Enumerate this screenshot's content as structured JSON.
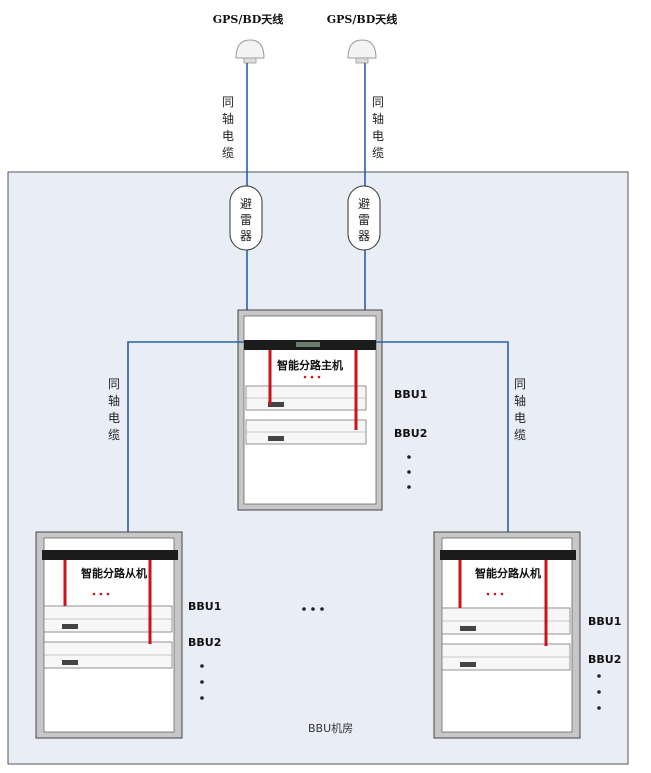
{
  "antennas": [
    {
      "label": "GPS/BD天线"
    },
    {
      "label": "GPS/BD天线"
    }
  ],
  "cable_label": "同轴电缆",
  "arrester_label": "避雷器",
  "master": {
    "title": "智能分路主机",
    "bbu1": "BBU1",
    "bbu2": "BBU2"
  },
  "slaves": [
    {
      "title": "智能分路从机",
      "bbu1": "BBU1",
      "bbu2": "BBU2"
    },
    {
      "title": "智能分路从机",
      "bbu1": "BBU1",
      "bbu2": "BBU2"
    }
  ],
  "room_label": "BBU机房",
  "colors": {
    "room_bg": "#e9eef6",
    "cable": "#2b5ea8",
    "red": "#c8151b",
    "rack_frame": "#c7c7c7"
  }
}
